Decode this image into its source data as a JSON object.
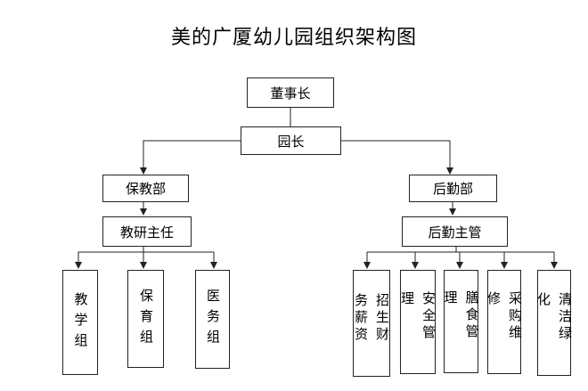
{
  "title": "美的广厦幼儿园组织架构图",
  "chairman": "董事长",
  "principal": "园长",
  "left": {
    "dept": "保教部",
    "head": "教研主任",
    "groups": [
      "教学组",
      "保育组",
      "医务组"
    ]
  },
  "right": {
    "dept": "后勤部",
    "head": "后勤主管",
    "groups": [
      "招生财务薪资",
      "安全管理",
      "膳食管理",
      "采购维修",
      "清洁绿化"
    ]
  }
}
